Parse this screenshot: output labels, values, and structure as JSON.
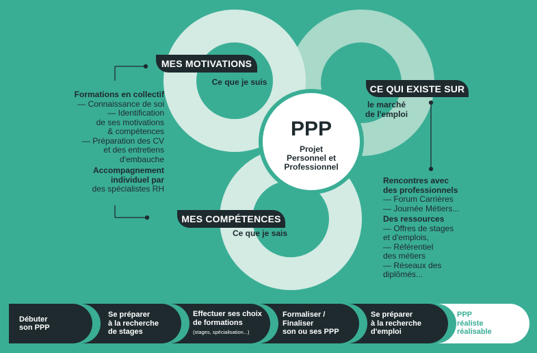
{
  "center": {
    "title": "PPP",
    "subtitle_lines": [
      "Projet",
      "Personnel et",
      "Professionnel"
    ]
  },
  "motivations": {
    "label": "MES MOTIVATIONS",
    "sub": "Ce que je suis"
  },
  "existe": {
    "label": "CE QUI EXISTE SUR",
    "sub_lines": [
      "le marché",
      "de l'emploi"
    ]
  },
  "competences": {
    "label": "MES COMPÉTENCES",
    "sub": "Ce que je sais"
  },
  "left_text": {
    "heading1": "Formations en collectif",
    "item1": "— Connaissance de soi",
    "item2_lines": [
      "— Identification",
      "de ses motivations",
      "& compétences"
    ],
    "item3_lines": [
      "— Préparation des CV",
      "et des entretiens",
      "d'embauche"
    ],
    "heading2_lines": [
      "Accompagnement",
      "individuel par"
    ],
    "tail": "des spécialistes RH"
  },
  "right_text": {
    "heading1_lines": [
      "Rencontres avec",
      "des professionnels"
    ],
    "item1": "— Forum Carrières",
    "item2": "— Journée Métiers...",
    "heading2": "Des ressources",
    "item3_lines": [
      "— Offres de stages",
      "et d'emplois,"
    ],
    "item4_lines": [
      "— Référentiel",
      "des métiers"
    ],
    "item5_lines": [
      "— Réseaux des",
      "diplômés..."
    ]
  },
  "steps": [
    {
      "lines": [
        "Débuter",
        "son PPP"
      ]
    },
    {
      "lines": [
        "Se préparer",
        "à la recherche",
        "de stages"
      ]
    },
    {
      "lines": [
        "Effectuer ses choix",
        "de formations"
      ],
      "small": "(stages, spécialisation...)"
    },
    {
      "lines": [
        "Formaliser /",
        "Finaliser",
        "son ou ses PPP"
      ]
    },
    {
      "lines": [
        "Se préparer",
        "à la recherche",
        "d'emploi"
      ]
    },
    {
      "lines": [
        "PPP",
        "réaliste",
        "réalisable"
      ]
    }
  ],
  "colors": {
    "background": "#3aae95",
    "ring_light": "#d3ebe3",
    "ring_mid": "#a8d9c9",
    "dark": "#1e2a2e",
    "final_text": "#3aae95"
  }
}
